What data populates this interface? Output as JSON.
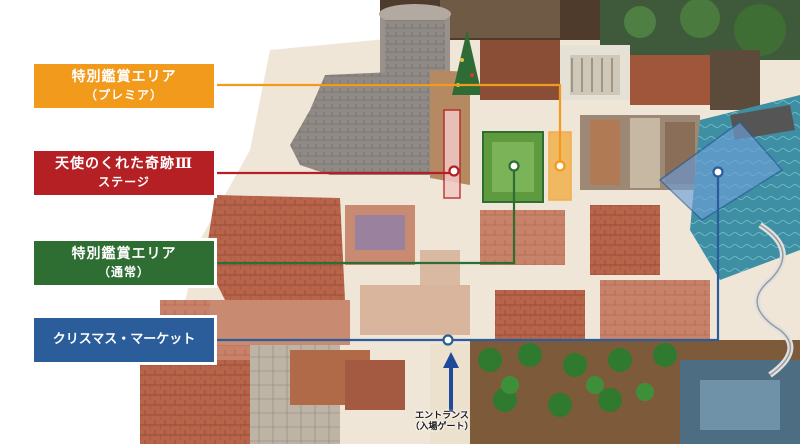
{
  "legend": [
    {
      "id": "premium",
      "line1": "特別鑑賞エリア",
      "line2": "（プレミア）",
      "color": "#f29a1c"
    },
    {
      "id": "stage",
      "line1": "天使のくれた奇跡Ⅲ",
      "line2": "ステージ",
      "color": "#b52025"
    },
    {
      "id": "normal",
      "line1": "特別鑑賞エリア",
      "line2": "（通常）",
      "color": "#2e6e33"
    },
    {
      "id": "market",
      "line1": "クリスマス・マーケット",
      "line2": "",
      "color": "#2a5d9a"
    }
  ],
  "entrance": {
    "line1": "エントランス",
    "line2": "（入場ゲート）"
  }
}
